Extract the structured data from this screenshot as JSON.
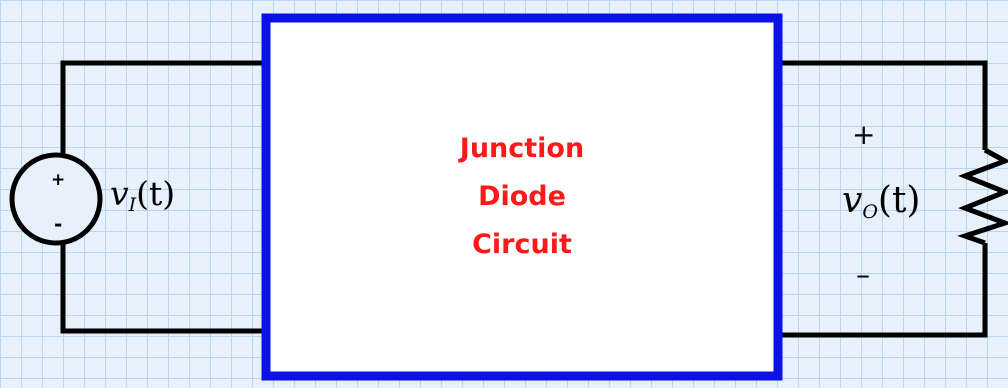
{
  "block": {
    "line1": "Junction",
    "line2": "Diode",
    "line3": "Circuit",
    "border_color": "#0a12e6",
    "text_color": "#ff1a1a"
  },
  "source": {
    "plus": "+",
    "minus": "-",
    "var": "v",
    "sub": "I",
    "arg": "(t)"
  },
  "output": {
    "plus": "+",
    "minus": "–",
    "var": "v",
    "sub": "O",
    "arg": "(t)"
  }
}
